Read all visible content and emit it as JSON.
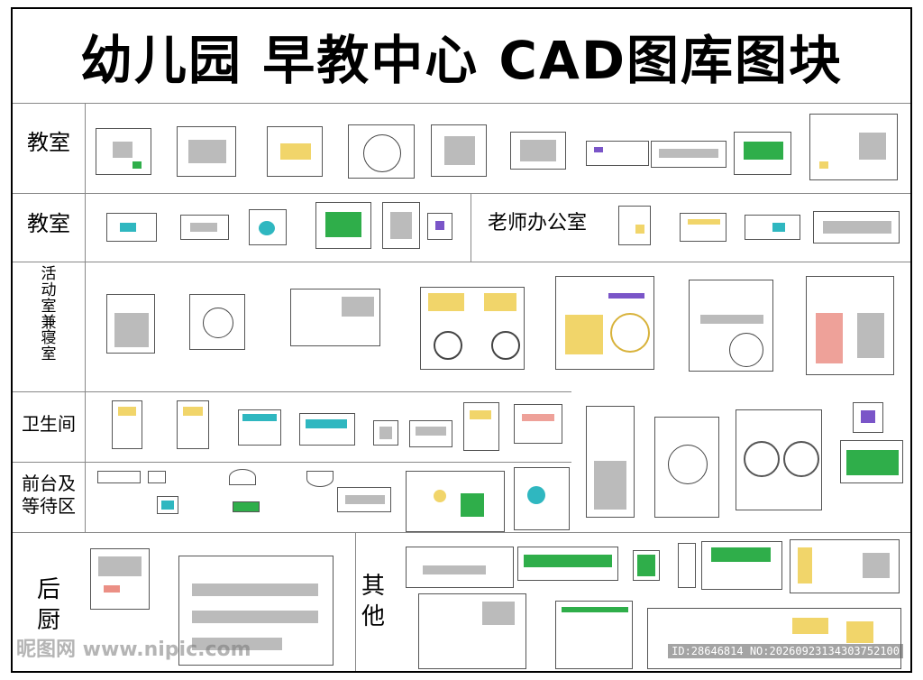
{
  "title": "幼儿园  早教中心  CAD图库图块",
  "sections": {
    "classroom_1": "教室",
    "classroom_2": "教室",
    "teacher_office": "老师办公室",
    "activity_room": "活\n动\n室\n兼\n寝\n室",
    "restroom": "卫生间",
    "reception": "前台及\n等待区",
    "kitchen": "后\n厨",
    "other": "其\n他"
  },
  "watermark": "昵图网 www.nipic.com",
  "id_text": "ID:28646814 NO:20260923134303752100",
  "colors": {
    "accent_green": "#2fae4a",
    "accent_yellow": "#f1d56a",
    "accent_purple": "#7a55c8",
    "accent_cyan": "#2fb7c0"
  }
}
